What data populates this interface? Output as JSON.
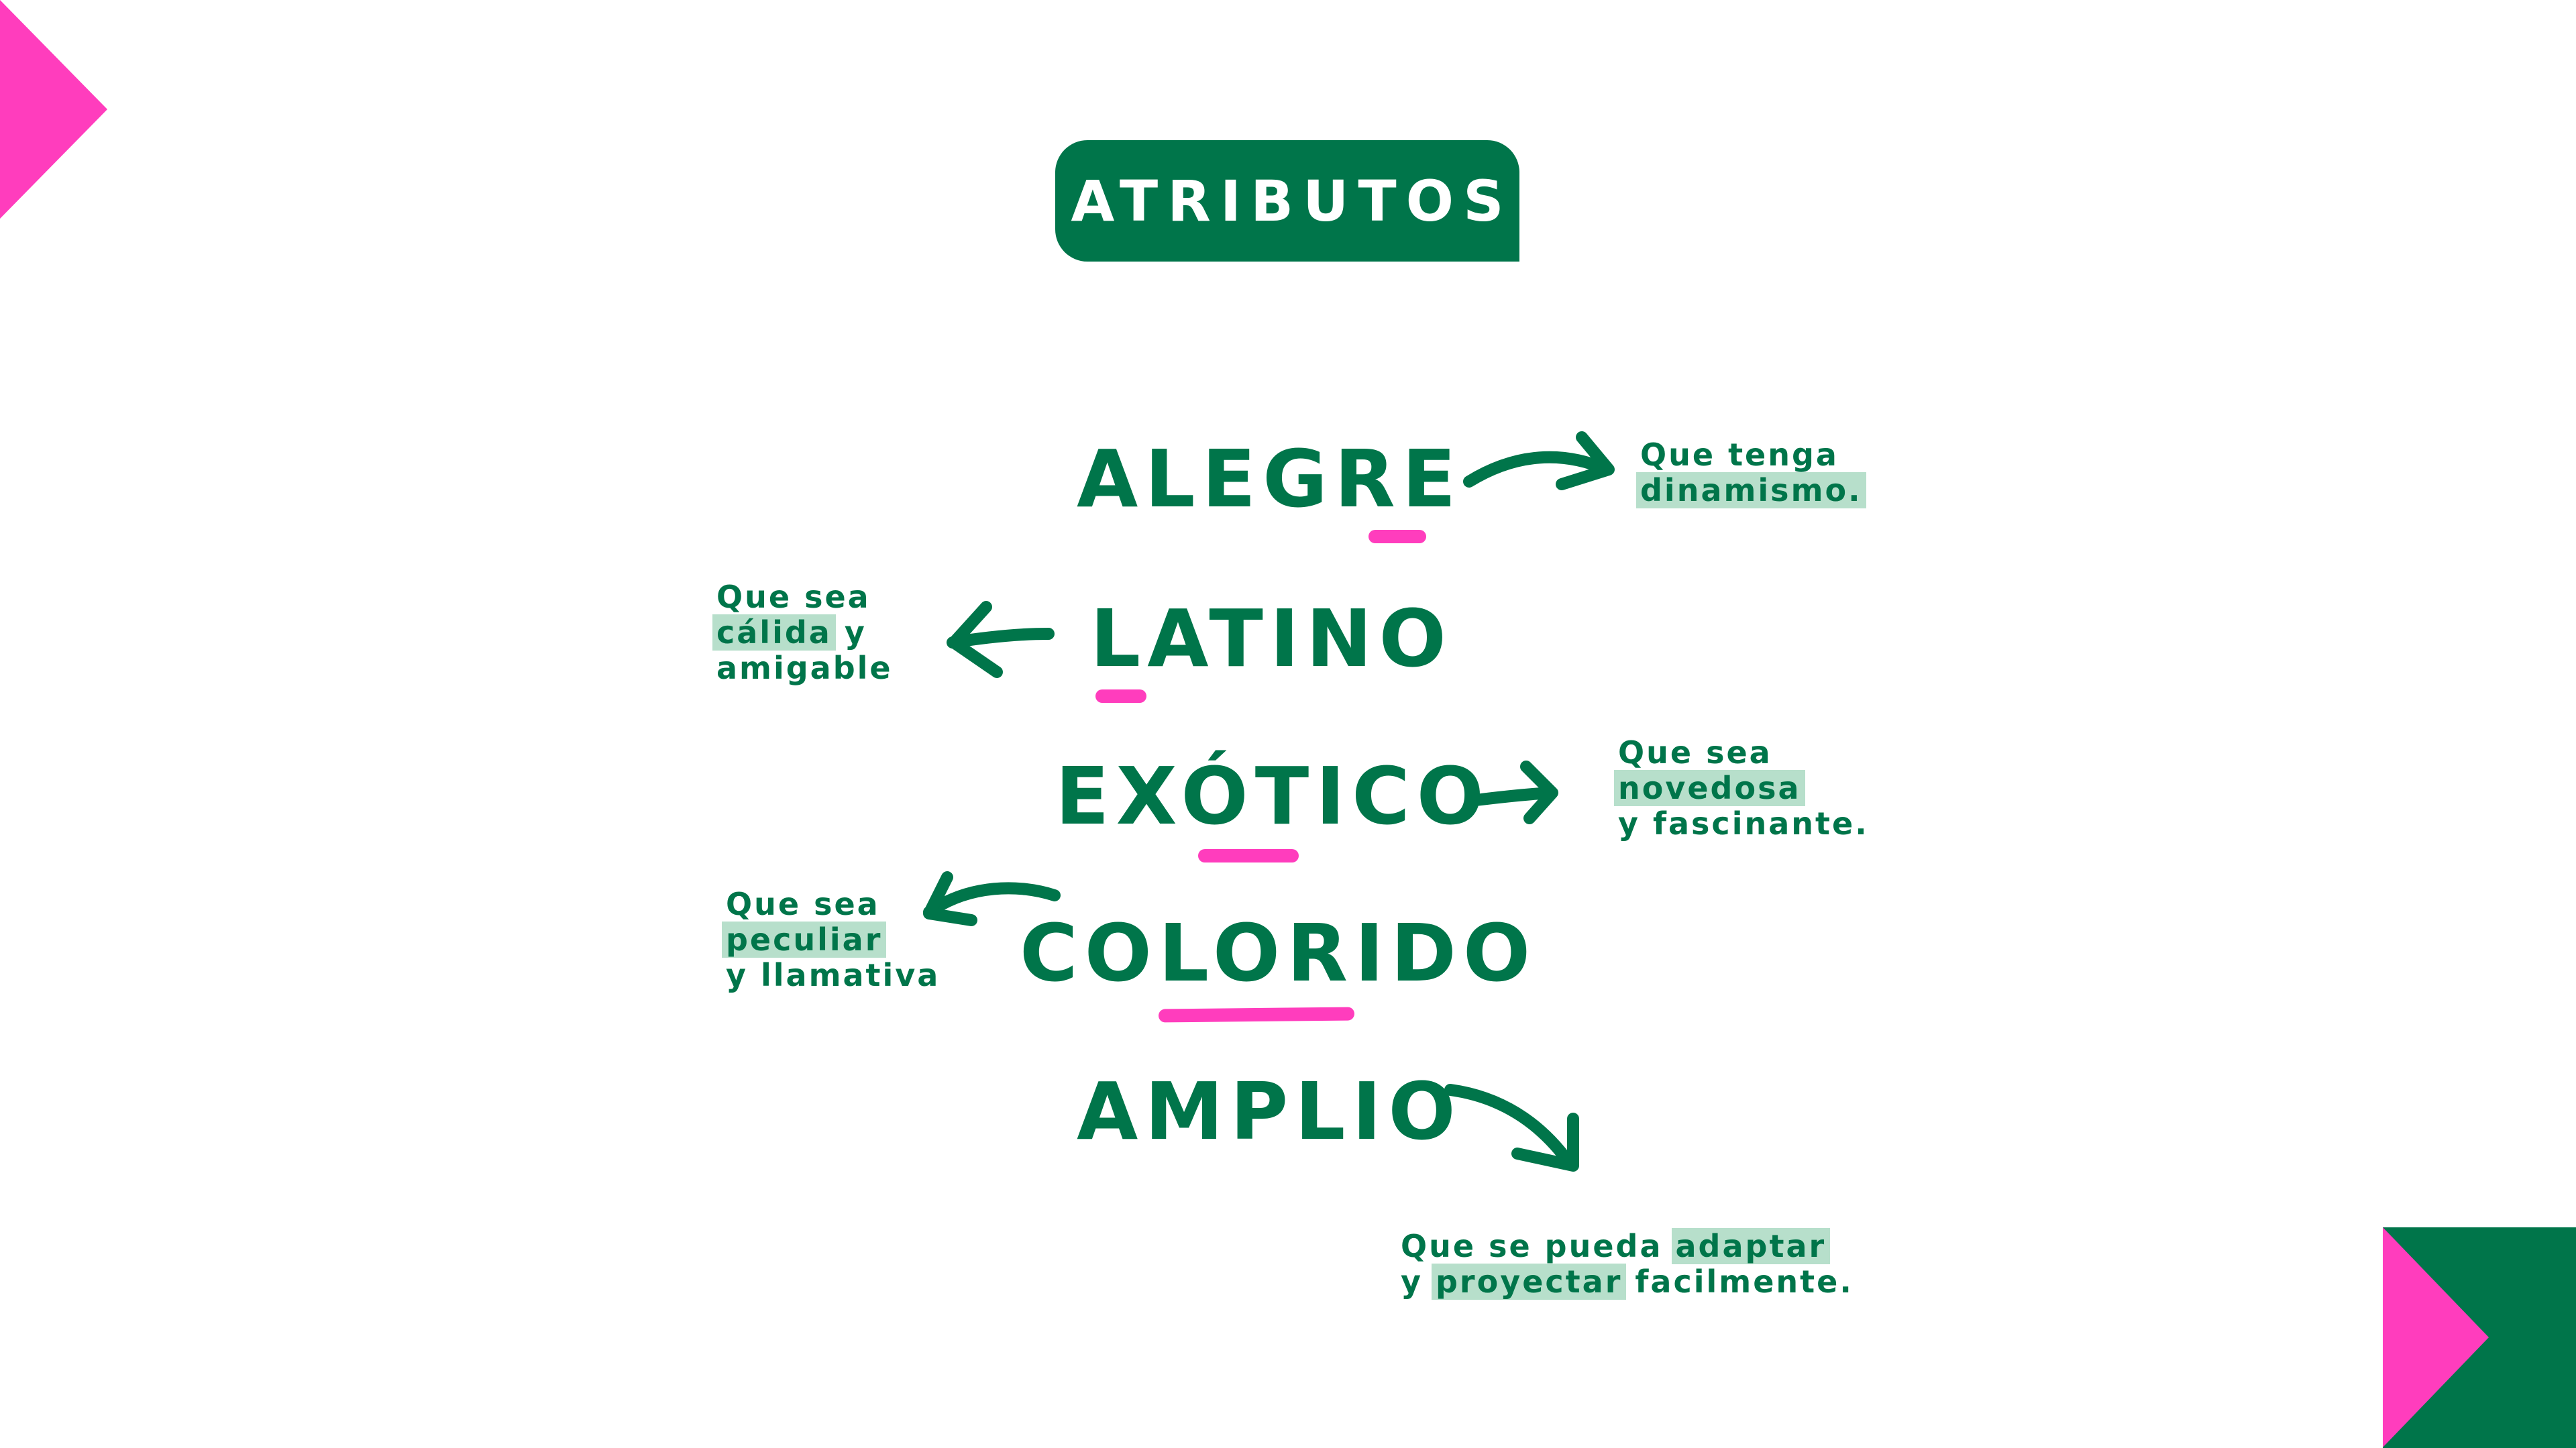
{
  "title": "ATRIBUTOS",
  "attributes": {
    "alegre": {
      "word": "ALEGRE",
      "desc_line1": "Que tenga",
      "desc_highlight": "dinamismo."
    },
    "latino": {
      "word": "LATINO",
      "desc_line1": "Que sea",
      "desc_highlight": "cálida",
      "desc_after_highlight": " y",
      "desc_line3": "amigable"
    },
    "exotico": {
      "word": "EXÓTICO",
      "desc_line1": "Que sea",
      "desc_highlight": "novedosa",
      "desc_line3": "y fascinante."
    },
    "colorido": {
      "word": "COLORIDO",
      "desc_line1": "Que sea",
      "desc_highlight": "peculiar",
      "desc_line3": "y llamativa"
    },
    "amplio": {
      "word": "AMPLIO",
      "desc_line1_before": "Que se pueda ",
      "desc_highlight1": "adaptar",
      "desc_line2_before": "y ",
      "desc_highlight2": "proyectar",
      "desc_line2_after": " facilmente."
    }
  },
  "colors": {
    "green": "#00754a",
    "pink": "#ff3dbd",
    "highlight": "#b7dfcb",
    "white": "#ffffff"
  }
}
